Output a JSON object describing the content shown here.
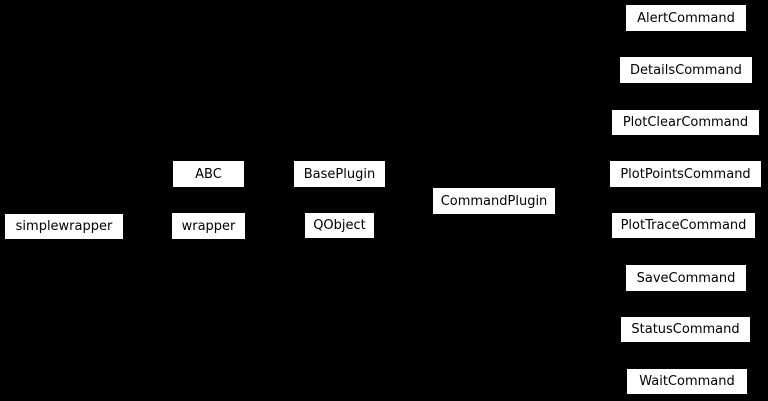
{
  "diagram": {
    "type": "inheritance-graph",
    "background_color": "#000000",
    "node_fill_color": "#ffffff",
    "node_text_color": "#000000",
    "nodes": [
      {
        "label": "simplewrapper"
      },
      {
        "label": "ABC"
      },
      {
        "label": "wrapper"
      },
      {
        "label": "BasePlugin"
      },
      {
        "label": "QObject"
      },
      {
        "label": "CommandPlugin"
      },
      {
        "label": "AlertCommand"
      },
      {
        "label": "DetailsCommand"
      },
      {
        "label": "PlotClearCommand"
      },
      {
        "label": "PlotPointsCommand"
      },
      {
        "label": "PlotTraceCommand"
      },
      {
        "label": "SaveCommand"
      },
      {
        "label": "StatusCommand"
      },
      {
        "label": "WaitCommand"
      }
    ]
  }
}
